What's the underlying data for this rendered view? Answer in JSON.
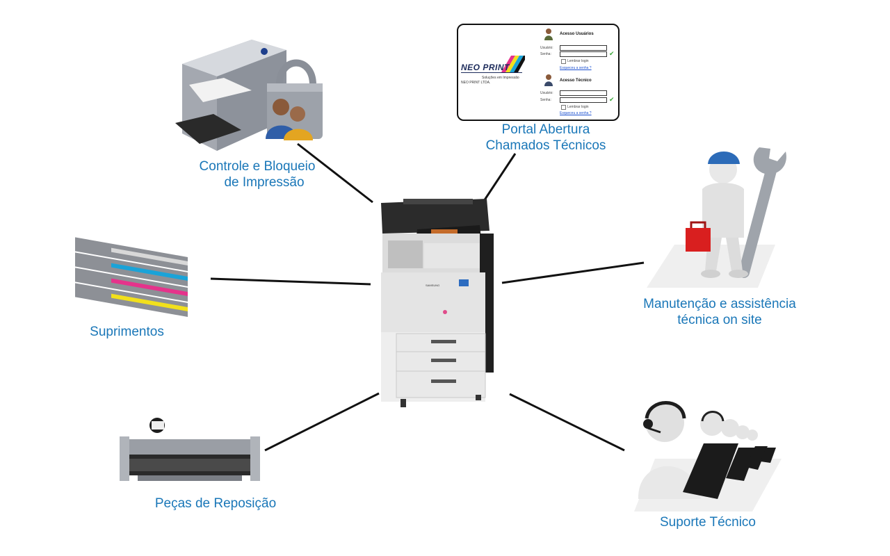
{
  "center": {
    "icon": "multifunction-printer-icon",
    "brand_mark": "SAMSUNG"
  },
  "nodes": {
    "print_control": {
      "line1": "Controle e Bloqueio",
      "line2": "de Impressão",
      "icon": "secured-printer-icon"
    },
    "portal": {
      "line1": "Portal Abertura",
      "line2": "Chamados Técnicos",
      "icon": "login-portal-screenshot"
    },
    "maintenance": {
      "line1": "Manutenção e assistência",
      "line2": "técnica on site",
      "icon": "technician-wrench-icon"
    },
    "supplies": {
      "line1": "Suprimentos",
      "icon": "toner-cartridges-icon"
    },
    "parts": {
      "line1": "Peças de Reposição",
      "icon": "fuser-unit-icon"
    },
    "support": {
      "line1": "Suporte Técnico",
      "icon": "call-center-agents-icon"
    }
  },
  "portal_screen": {
    "logo": "NEO PRINT",
    "tagline": "Soluções em Impressão",
    "company": "NEO PRINT LTDA.",
    "users_section": "Acesso Usuários",
    "tech_section": "Acesso Técnico",
    "user_label": "Usuário:",
    "password_label": "Senha:",
    "remember": "Lembrar login",
    "forgot": "Esqueceu a senha ?"
  },
  "colors": {
    "label": "#1a77b8",
    "connector": "#111111"
  }
}
